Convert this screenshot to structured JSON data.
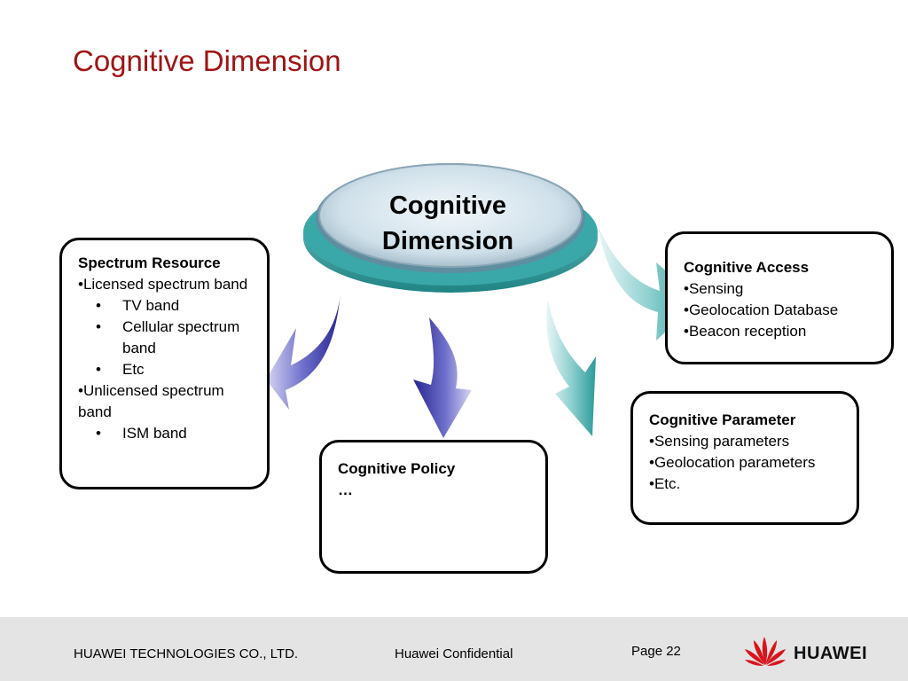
{
  "title": "Cognitive Dimension",
  "hub": {
    "line1": "Cognitive",
    "line2": "Dimension"
  },
  "spectrum": {
    "heading": "Spectrum Resource",
    "items": [
      {
        "text": "Licensed spectrum band",
        "level": 1
      },
      {
        "text": "TV band",
        "level": 2
      },
      {
        "text": "Cellular spectrum band",
        "level": 2
      },
      {
        "text": "Etc",
        "level": 2
      },
      {
        "text": "Unlicensed spectrum band",
        "level": 1
      },
      {
        "text": "ISM band",
        "level": 2
      }
    ]
  },
  "access": {
    "heading": "Cognitive Access",
    "items": [
      "Sensing",
      "Geolocation Database",
      "Beacon reception"
    ]
  },
  "parameter": {
    "heading": "Cognitive Parameter",
    "items": [
      "Sensing parameters",
      "Geolocation parameters",
      "Etc."
    ]
  },
  "policy": {
    "heading": "Cognitive Policy",
    "ellipsis": "…"
  },
  "footer": {
    "company": "HUAWEI TECHNOLOGIES CO., LTD.",
    "confidential": "Huawei Confidential",
    "page": "Page 22",
    "brand": "HUAWEI"
  },
  "colors": {
    "title": "#a01414",
    "hub_teal": "#2f9c9c",
    "arrow_blue": "#3a3aa8",
    "arrow_teal": "#3aa8a8",
    "logo_red": "#d8151c"
  }
}
